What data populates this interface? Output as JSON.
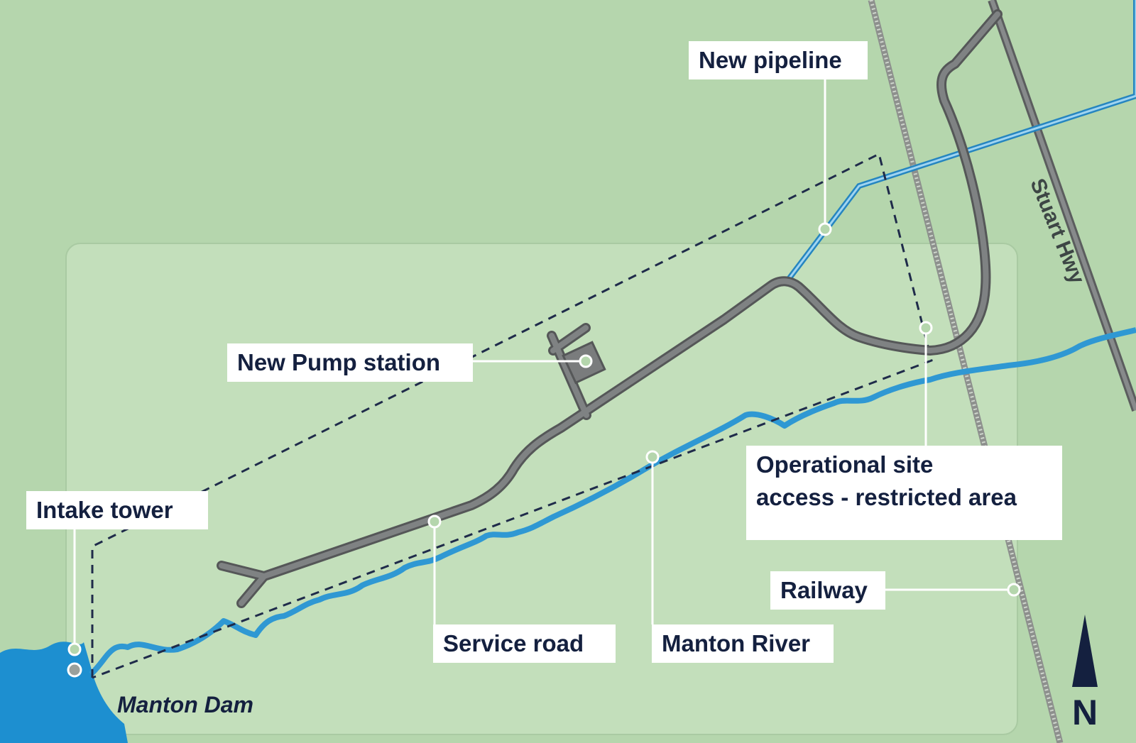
{
  "labels": {
    "new_pipeline": "New pipeline",
    "pump_station": "New Pump station",
    "intake_tower": "Intake tower",
    "operational_site_line1": "Operational site",
    "operational_site_line2": "access - restricted area",
    "railway": "Railway",
    "service_road": "Service road",
    "manton_river": "Manton River",
    "manton_dam": "Manton Dam",
    "stuart_hwy": "Stuart Hwy",
    "north": "N"
  },
  "colors": {
    "land": "#b5d6ad",
    "site_panel": "#c3dfbb",
    "road": "#707273",
    "river": "#2f98d3",
    "pipeline": "#2f98d3",
    "boundary": "#1f2b4a",
    "label_text": "#14203f",
    "label_bg": "#ffffff"
  },
  "icons": {
    "north_arrow": "north-arrow-icon",
    "marker": "circle-marker-icon"
  }
}
